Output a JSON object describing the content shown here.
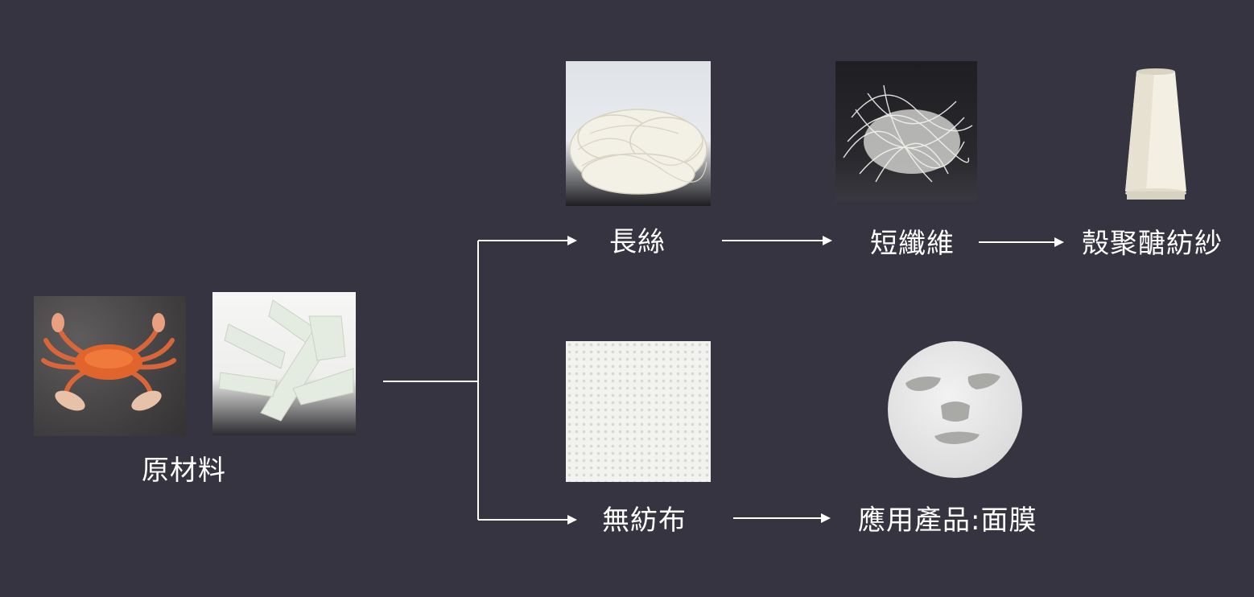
{
  "nodes": {
    "raw_material": "原材料",
    "filament": "長絲",
    "staple_fiber": "短纖維",
    "yarn": "殼聚醣紡紗",
    "nonwoven": "無紡布",
    "product": "應用產品:面膜"
  },
  "colors": {
    "background": "#373442",
    "line": "#ffffff",
    "text": "#ffffff"
  },
  "images": {
    "crab": "crab-photo",
    "chitin_flakes": "chitin-flakes-photo",
    "filament_photo": "filament-photo",
    "staple_photo": "staple-fiber-photo",
    "yarn_cone": "yarn-cone-photo",
    "nonwoven_photo": "nonwoven-fabric-photo",
    "mask_photo": "face-mask-photo"
  }
}
